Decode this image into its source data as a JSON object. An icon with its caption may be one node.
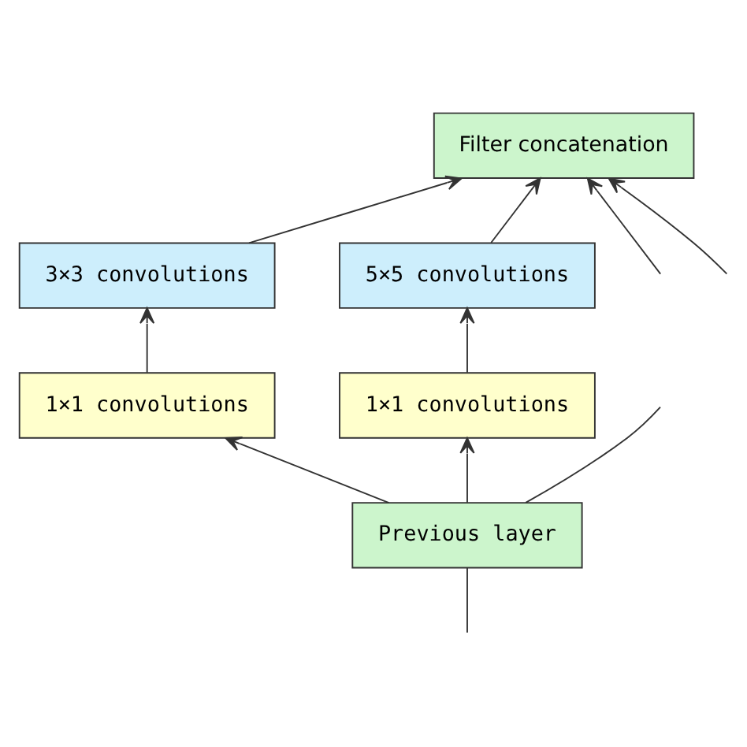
{
  "diagram": {
    "nodes": [
      {
        "text": [
          "Filter concatenation"
        ]
      },
      {
        "text": [
          "3×3 convolutions"
        ]
      },
      {
        "text": [
          "5×5 convolutions"
        ]
      },
      {
        "text": [
          "1×1 convolutions"
        ]
      },
      {
        "text": [
          "1×1 convolutions"
        ]
      },
      {
        "text": [
          "Previous layer"
        ]
      }
    ],
    "edges": [
      {
        "from": null,
        "to": 0,
        "arrow": "to"
      },
      {
        "from": 1,
        "to": 0,
        "arrow": "to"
      },
      {
        "from": 2,
        "to": 0,
        "arrow": "to"
      },
      {
        "from": null,
        "to": 0,
        "arrow": "to"
      },
      {
        "from": 3,
        "to": 1,
        "arrow": "to"
      },
      {
        "from": 4,
        "to": 2,
        "arrow": "to"
      },
      {
        "from": 5,
        "to": 3,
        "arrow": "to"
      },
      {
        "from": 5,
        "to": 4,
        "arrow": "to"
      },
      {
        "from": 5,
        "to": null,
        "arrow": "none"
      },
      {
        "from": null,
        "to": 5,
        "arrow": "none"
      }
    ]
  }
}
